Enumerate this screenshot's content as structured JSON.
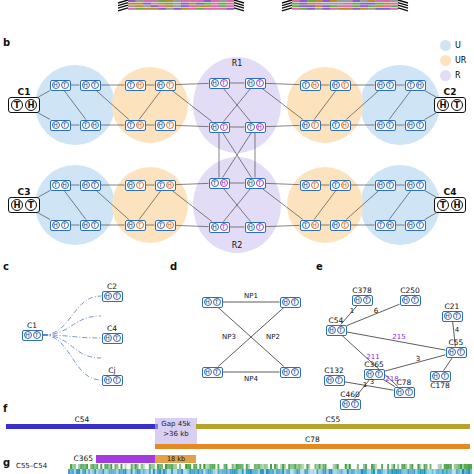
{
  "diagram": {
    "nodes": [
      {
        "text": [
          "C1",
          "T",
          "H"
        ]
      },
      {
        "text": [
          "H",
          "T"
        ]
      },
      {
        "text": [
          "H",
          "T"
        ]
      },
      {
        "text": [
          "H",
          "T"
        ]
      },
      {
        "text": [
          "T",
          "H"
        ]
      },
      {
        "text": [
          "T",
          "H"
        ]
      },
      {
        "text": [
          "H",
          "T"
        ]
      },
      {
        "text": [
          "T",
          "H"
        ]
      },
      {
        "text": [
          "H",
          "T"
        ]
      },
      {
        "text": [
          "H",
          "T"
        ]
      },
      {
        "text": [
          "H",
          "T"
        ]
      },
      {
        "text": [
          "H",
          "T"
        ]
      },
      {
        "text": [
          "T",
          "H"
        ]
      },
      {
        "text": [
          "T",
          "H"
        ]
      },
      {
        "text": [
          "H",
          "T"
        ]
      },
      {
        "text": [
          "H",
          "T"
        ]
      },
      {
        "text": [
          "T",
          "H"
        ]
      },
      {
        "text": [
          "H",
          "T"
        ]
      },
      {
        "text": [
          "T",
          "H"
        ]
      },
      {
        "text": [
          "H",
          "T"
        ]
      },
      {
        "text": [
          "H",
          "T"
        ]
      },
      {
        "text": [
          "C2",
          "H",
          "T"
        ]
      },
      {
        "text": [
          "C3",
          "H",
          "T"
        ]
      },
      {
        "text": [
          "T",
          "H"
        ]
      },
      {
        "text": [
          "H",
          "T"
        ]
      },
      {
        "text": [
          "H",
          "T"
        ]
      },
      {
        "text": [
          "H",
          "T"
        ]
      },
      {
        "text": [
          "H",
          "T"
        ]
      },
      {
        "text": [
          "T",
          "H"
        ]
      },
      {
        "text": [
          "H",
          "T"
        ]
      },
      {
        "text": [
          "T",
          "H"
        ]
      },
      {
        "text": [
          "T",
          "H"
        ]
      },
      {
        "text": [
          "H",
          "T"
        ]
      },
      {
        "text": [
          "H",
          "T"
        ]
      },
      {
        "text": [
          "H",
          "T"
        ]
      },
      {
        "text": [
          "H",
          "T"
        ]
      },
      {
        "text": [
          "T",
          "H"
        ]
      },
      {
        "text": [
          "T",
          "H"
        ]
      },
      {
        "text": [
          "H",
          "T"
        ]
      },
      {
        "text": [
          "H",
          "T"
        ]
      },
      {
        "text": [
          "H",
          "T"
        ]
      },
      {
        "text": [
          "T",
          "H"
        ]
      },
      {
        "text": [
          "H",
          "T"
        ]
      },
      {
        "text": [
          "C4",
          "T",
          "H"
        ]
      },
      {
        "text": [
          "C1",
          "H",
          "T"
        ]
      },
      {
        "text": [
          "C2",
          "H",
          "T"
        ]
      },
      {
        "text": [
          "C4",
          "H",
          "T"
        ]
      },
      {
        "text": [
          "Cj",
          "H",
          "T"
        ]
      },
      {
        "text": [
          "H",
          "T"
        ]
      },
      {
        "text": [
          "H",
          "T"
        ]
      },
      {
        "text": [
          "H",
          "T"
        ]
      },
      {
        "text": [
          "H",
          "T"
        ]
      },
      {
        "text": [
          "C378",
          "H",
          "T"
        ]
      },
      {
        "text": [
          "C250",
          "H",
          "T"
        ]
      },
      {
        "text": [
          "C21",
          "H",
          "T"
        ]
      },
      {
        "text": [
          "C54",
          "H",
          "T"
        ]
      },
      {
        "text": [
          "C55",
          "H",
          "T"
        ]
      },
      {
        "text": [
          "C132",
          "H",
          "T"
        ]
      },
      {
        "text": [
          "C365",
          "H",
          "T"
        ]
      },
      {
        "text": [
          "C78",
          "H",
          "T"
        ]
      },
      {
        "text": [
          "C178",
          "H",
          "T"
        ]
      },
      {
        "text": [
          "C460",
          "H",
          "T"
        ]
      },
      {
        "text": [
          "C54"
        ]
      },
      {
        "text": [
          "Gap 45k",
          ">36 kb"
        ]
      },
      {
        "text": [
          "C55"
        ]
      },
      {
        "text": [
          "C365"
        ]
      },
      {
        "text": [
          "C78"
        ]
      }
    ],
    "edges": [
      {
        "from": 0,
        "to": 1,
        "arrow": "none"
      },
      {
        "from": 0,
        "to": 3,
        "arrow": "none"
      },
      {
        "from": 1,
        "to": 2,
        "arrow": "none"
      },
      {
        "from": 3,
        "to": 4,
        "arrow": "none"
      },
      {
        "from": 1,
        "to": 4,
        "arrow": "none"
      },
      {
        "from": 2,
        "to": 5,
        "arrow": "none"
      },
      {
        "from": 4,
        "to": 7,
        "arrow": "none"
      },
      {
        "from": 2,
        "to": 7,
        "arrow": "none"
      },
      {
        "from": 5,
        "to": 6,
        "arrow": "none"
      },
      {
        "from": 7,
        "to": 8,
        "arrow": "none"
      },
      {
        "from": 6,
        "to": 7,
        "arrow": "none"
      },
      {
        "from": 6,
        "to": 9,
        "arrow": "none"
      },
      {
        "from": 8,
        "to": 11,
        "arrow": "none"
      },
      {
        "from": 6,
        "to": 11,
        "arrow": "none"
      },
      {
        "from": 9,
        "to": 10,
        "arrow": "none"
      },
      {
        "from": 11,
        "to": 12,
        "arrow": "none"
      },
      {
        "from": 9,
        "to": 12,
        "arrow": "none"
      },
      {
        "from": 10,
        "to": 11,
        "arrow": "none"
      },
      {
        "from": 10,
        "to": 13,
        "arrow": "none"
      },
      {
        "from": 12,
        "to": 15,
        "arrow": "none"
      },
      {
        "from": 10,
        "to": 15,
        "arrow": "none"
      },
      {
        "from": 13,
        "to": 14,
        "arrow": "none"
      },
      {
        "from": 15,
        "to": 16,
        "arrow": "none"
      },
      {
        "from": 14,
        "to": 15,
        "arrow": "none"
      },
      {
        "from": 14,
        "to": 17,
        "arrow": "none"
      },
      {
        "from": 16,
        "to": 19,
        "arrow": "none"
      },
      {
        "from": 16,
        "to": 17,
        "arrow": "none"
      },
      {
        "from": 17,
        "to": 18,
        "arrow": "none"
      },
      {
        "from": 19,
        "to": 20,
        "arrow": "none"
      },
      {
        "from": 18,
        "to": 19,
        "arrow": "none"
      },
      {
        "from": 18,
        "to": 21,
        "arrow": "none"
      },
      {
        "from": 20,
        "to": 21,
        "arrow": "none"
      },
      {
        "from": 22,
        "to": 23,
        "arrow": "none"
      },
      {
        "from": 22,
        "to": 25,
        "arrow": "none"
      },
      {
        "from": 23,
        "to": 24,
        "arrow": "none"
      },
      {
        "from": 25,
        "to": 26,
        "arrow": "none"
      },
      {
        "from": 23,
        "to": 26,
        "arrow": "none"
      },
      {
        "from": 24,
        "to": 27,
        "arrow": "none"
      },
      {
        "from": 26,
        "to": 29,
        "arrow": "none"
      },
      {
        "from": 24,
        "to": 29,
        "arrow": "none"
      },
      {
        "from": 27,
        "to": 28,
        "arrow": "none"
      },
      {
        "from": 29,
        "to": 30,
        "arrow": "none"
      },
      {
        "from": 28,
        "to": 29,
        "arrow": "none"
      },
      {
        "from": 28,
        "to": 31,
        "arrow": "none"
      },
      {
        "from": 30,
        "to": 33,
        "arrow": "none"
      },
      {
        "from": 28,
        "to": 33,
        "arrow": "none"
      },
      {
        "from": 31,
        "to": 32,
        "arrow": "none"
      },
      {
        "from": 33,
        "to": 34,
        "arrow": "none"
      },
      {
        "from": 31,
        "to": 34,
        "arrow": "none"
      },
      {
        "from": 32,
        "to": 33,
        "arrow": "none"
      },
      {
        "from": 32,
        "to": 35,
        "arrow": "none"
      },
      {
        "from": 34,
        "to": 37,
        "arrow": "none"
      },
      {
        "from": 32,
        "to": 37,
        "arrow": "none"
      },
      {
        "from": 35,
        "to": 36,
        "arrow": "none"
      },
      {
        "from": 37,
        "to": 38,
        "arrow": "none"
      },
      {
        "from": 36,
        "to": 37,
        "arrow": "none"
      },
      {
        "from": 36,
        "to": 39,
        "arrow": "none"
      },
      {
        "from": 38,
        "to": 41,
        "arrow": "none"
      },
      {
        "from": 38,
        "to": 39,
        "arrow": "none"
      },
      {
        "from": 39,
        "to": 40,
        "arrow": "none"
      },
      {
        "from": 41,
        "to": 42,
        "arrow": "none"
      },
      {
        "from": 40,
        "to": 41,
        "arrow": "none"
      },
      {
        "from": 40,
        "to": 43,
        "arrow": "none"
      },
      {
        "from": 42,
        "to": 43,
        "arrow": "none"
      },
      {
        "from": 11,
        "to": 31,
        "arrow": "none"
      },
      {
        "from": 12,
        "to": 32,
        "arrow": "none"
      },
      {
        "from": 11,
        "to": 32,
        "arrow": "none"
      },
      {
        "from": 12,
        "to": 31,
        "arrow": "none"
      },
      {
        "from": 44,
        "to": 45,
        "arrow": "none"
      },
      {
        "from": 44,
        "to": 46,
        "arrow": "none"
      },
      {
        "from": 44,
        "to": 47,
        "arrow": "none"
      },
      {
        "from": 48,
        "to": 49,
        "label": "NP1",
        "arrow": "none"
      },
      {
        "from": 49,
        "to": 50,
        "label": "NP3",
        "arrow": "none"
      },
      {
        "from": 48,
        "to": 51,
        "label": "NP2",
        "arrow": "none"
      },
      {
        "from": 50,
        "to": 51,
        "label": "NP4",
        "arrow": "none"
      },
      {
        "from": 55,
        "to": 52,
        "label": "1",
        "arrow": "none"
      },
      {
        "from": 55,
        "to": 53,
        "label": "6",
        "arrow": "none"
      },
      {
        "from": 54,
        "to": 56,
        "label": "4",
        "arrow": "none"
      },
      {
        "from": 55,
        "to": 59,
        "label": "211",
        "arrow": "none"
      },
      {
        "from": 55,
        "to": 56,
        "label": "215",
        "arrow": "none"
      },
      {
        "from": 57,
        "to": 59,
        "label": "3",
        "arrow": "none"
      },
      {
        "from": 58,
        "to": 56,
        "label": "3",
        "arrow": "none"
      },
      {
        "from": 58,
        "to": 59,
        "label": "218",
        "arrow": "none"
      },
      {
        "from": 61,
        "to": 58,
        "label": "1",
        "arrow": "none"
      },
      {
        "from": 56,
        "to": 60,
        "arrow": "none"
      }
    ],
    "labels": [
      "b",
      "R1",
      "R2",
      "c",
      "d",
      "e",
      "f",
      "18 kb",
      "g",
      "C55–C54"
    ],
    "legend": [
      {
        "text": "U",
        "color": "#cfe5f5"
      },
      {
        "text": "UR",
        "color": "#fde3bd"
      },
      {
        "text": "R",
        "color": "#e2dcf6"
      }
    ]
  }
}
